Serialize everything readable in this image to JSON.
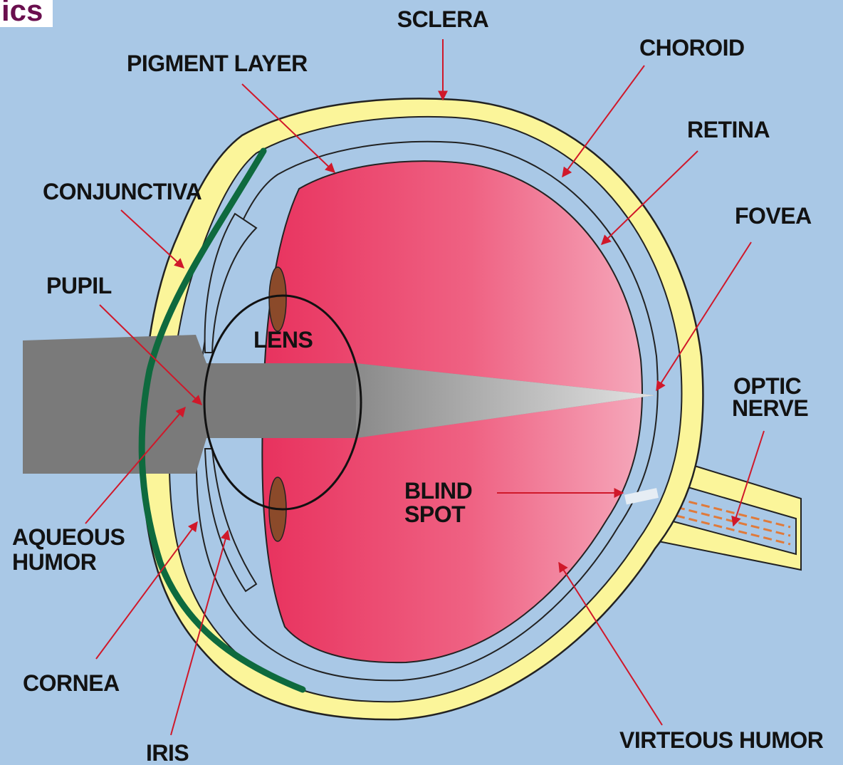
{
  "corner_text": "ics",
  "labels": {
    "sclera": "SCLERA",
    "pigment_layer": "PIGMENT LAYER",
    "choroid": "CHOROID",
    "retina": "RETINA",
    "conjunctiva": "CONJUNCTIVA",
    "fovea": "FOVEA",
    "pupil": "PUPIL",
    "lens": "LENS",
    "optic_nerve": [
      "OPTIC",
      "NERVE"
    ],
    "blind_spot": [
      "BLIND",
      "SPOT"
    ],
    "aqueous_humor": [
      "AQUEOUS",
      "HUMOR"
    ],
    "cornea": "CORNEA",
    "iris": "IRIS",
    "vitreous_humor": "VIRTEOUS HUMOR"
  },
  "colors": {
    "background": "#a9c8e6",
    "sclera": "#fbf59a",
    "conjunctiva": "#0e6a3e",
    "vitreous_body": "#e73a62",
    "light_beam": "#7a7a7a",
    "pointer": "#d0182a",
    "corner_text": "#6a0f4e"
  }
}
